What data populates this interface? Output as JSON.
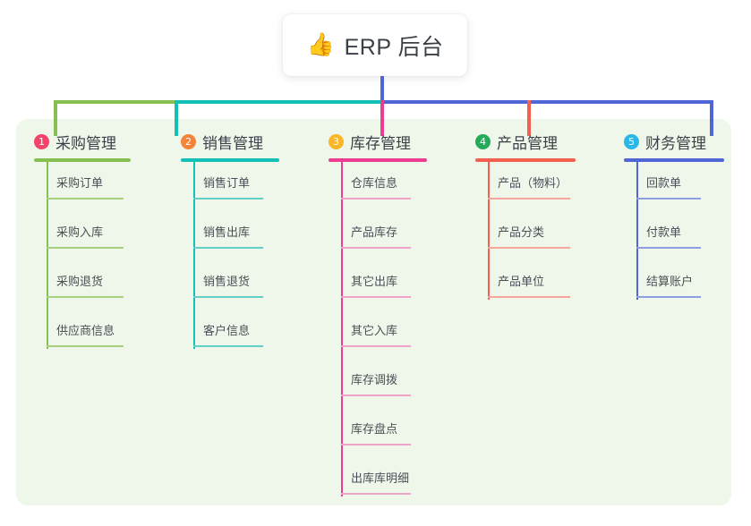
{
  "root": {
    "icon": "thumbs-up-icon",
    "icon_glyph": "👍",
    "title": "ERP 后台"
  },
  "panel": {
    "background_color": "#eef7e9"
  },
  "columns": [
    {
      "index_label": "1",
      "title": "采购管理",
      "badge_color": "#f4436b",
      "rule_color": "#87bf52",
      "spine_color": "#87bf52",
      "leaf_rule_color": "#a9d07f",
      "items": [
        {
          "label": "采购订单"
        },
        {
          "label": "采购入库"
        },
        {
          "label": "采购退货"
        },
        {
          "label": "供应商信息"
        }
      ]
    },
    {
      "index_label": "2",
      "title": "销售管理",
      "badge_color": "#f5833a",
      "rule_color": "#12c0b5",
      "spine_color": "#12c0b5",
      "leaf_rule_color": "#62cfc8",
      "items": [
        {
          "label": "销售订单"
        },
        {
          "label": "销售出库"
        },
        {
          "label": "销售退货"
        },
        {
          "label": "客户信息"
        }
      ]
    },
    {
      "index_label": "3",
      "title": "库存管理",
      "badge_color": "#fab528",
      "rule_color": "#ed3d91",
      "spine_color": "#ed3d91",
      "leaf_rule_color": "#efa3c8",
      "items": [
        {
          "label": "仓库信息"
        },
        {
          "label": "产品库存"
        },
        {
          "label": "其它出库"
        },
        {
          "label": "其它入库"
        },
        {
          "label": "库存调拨"
        },
        {
          "label": "库存盘点"
        },
        {
          "label": "出库库明细"
        }
      ]
    },
    {
      "index_label": "4",
      "title": "产品管理",
      "badge_color": "#23ab5a",
      "rule_color": "#f4604f",
      "spine_color": "#f4604f",
      "leaf_rule_color": "#f7a69b",
      "items": [
        {
          "label": "产品（物料）"
        },
        {
          "label": "产品分类"
        },
        {
          "label": "产品单位"
        }
      ]
    },
    {
      "index_label": "5",
      "title": "财务管理",
      "badge_color": "#29b6e8",
      "rule_color": "#5166d6",
      "spine_color": "#5166d6",
      "leaf_rule_color": "#8e9ee4",
      "items": [
        {
          "label": "回款单"
        },
        {
          "label": "付款单"
        },
        {
          "label": "结算账户"
        }
      ]
    }
  ],
  "connectors": {
    "trunk_color": "#5166d6",
    "bar_segments": [
      {
        "color": "#87bf52"
      },
      {
        "color": "#12c0b5"
      },
      {
        "color": "#5166d6"
      }
    ],
    "drops": [
      {
        "color": "#87bf52"
      },
      {
        "color": "#12c0b5"
      },
      {
        "color": "#ed3d91"
      },
      {
        "color": "#f4604f"
      },
      {
        "color": "#5166d6"
      }
    ]
  }
}
